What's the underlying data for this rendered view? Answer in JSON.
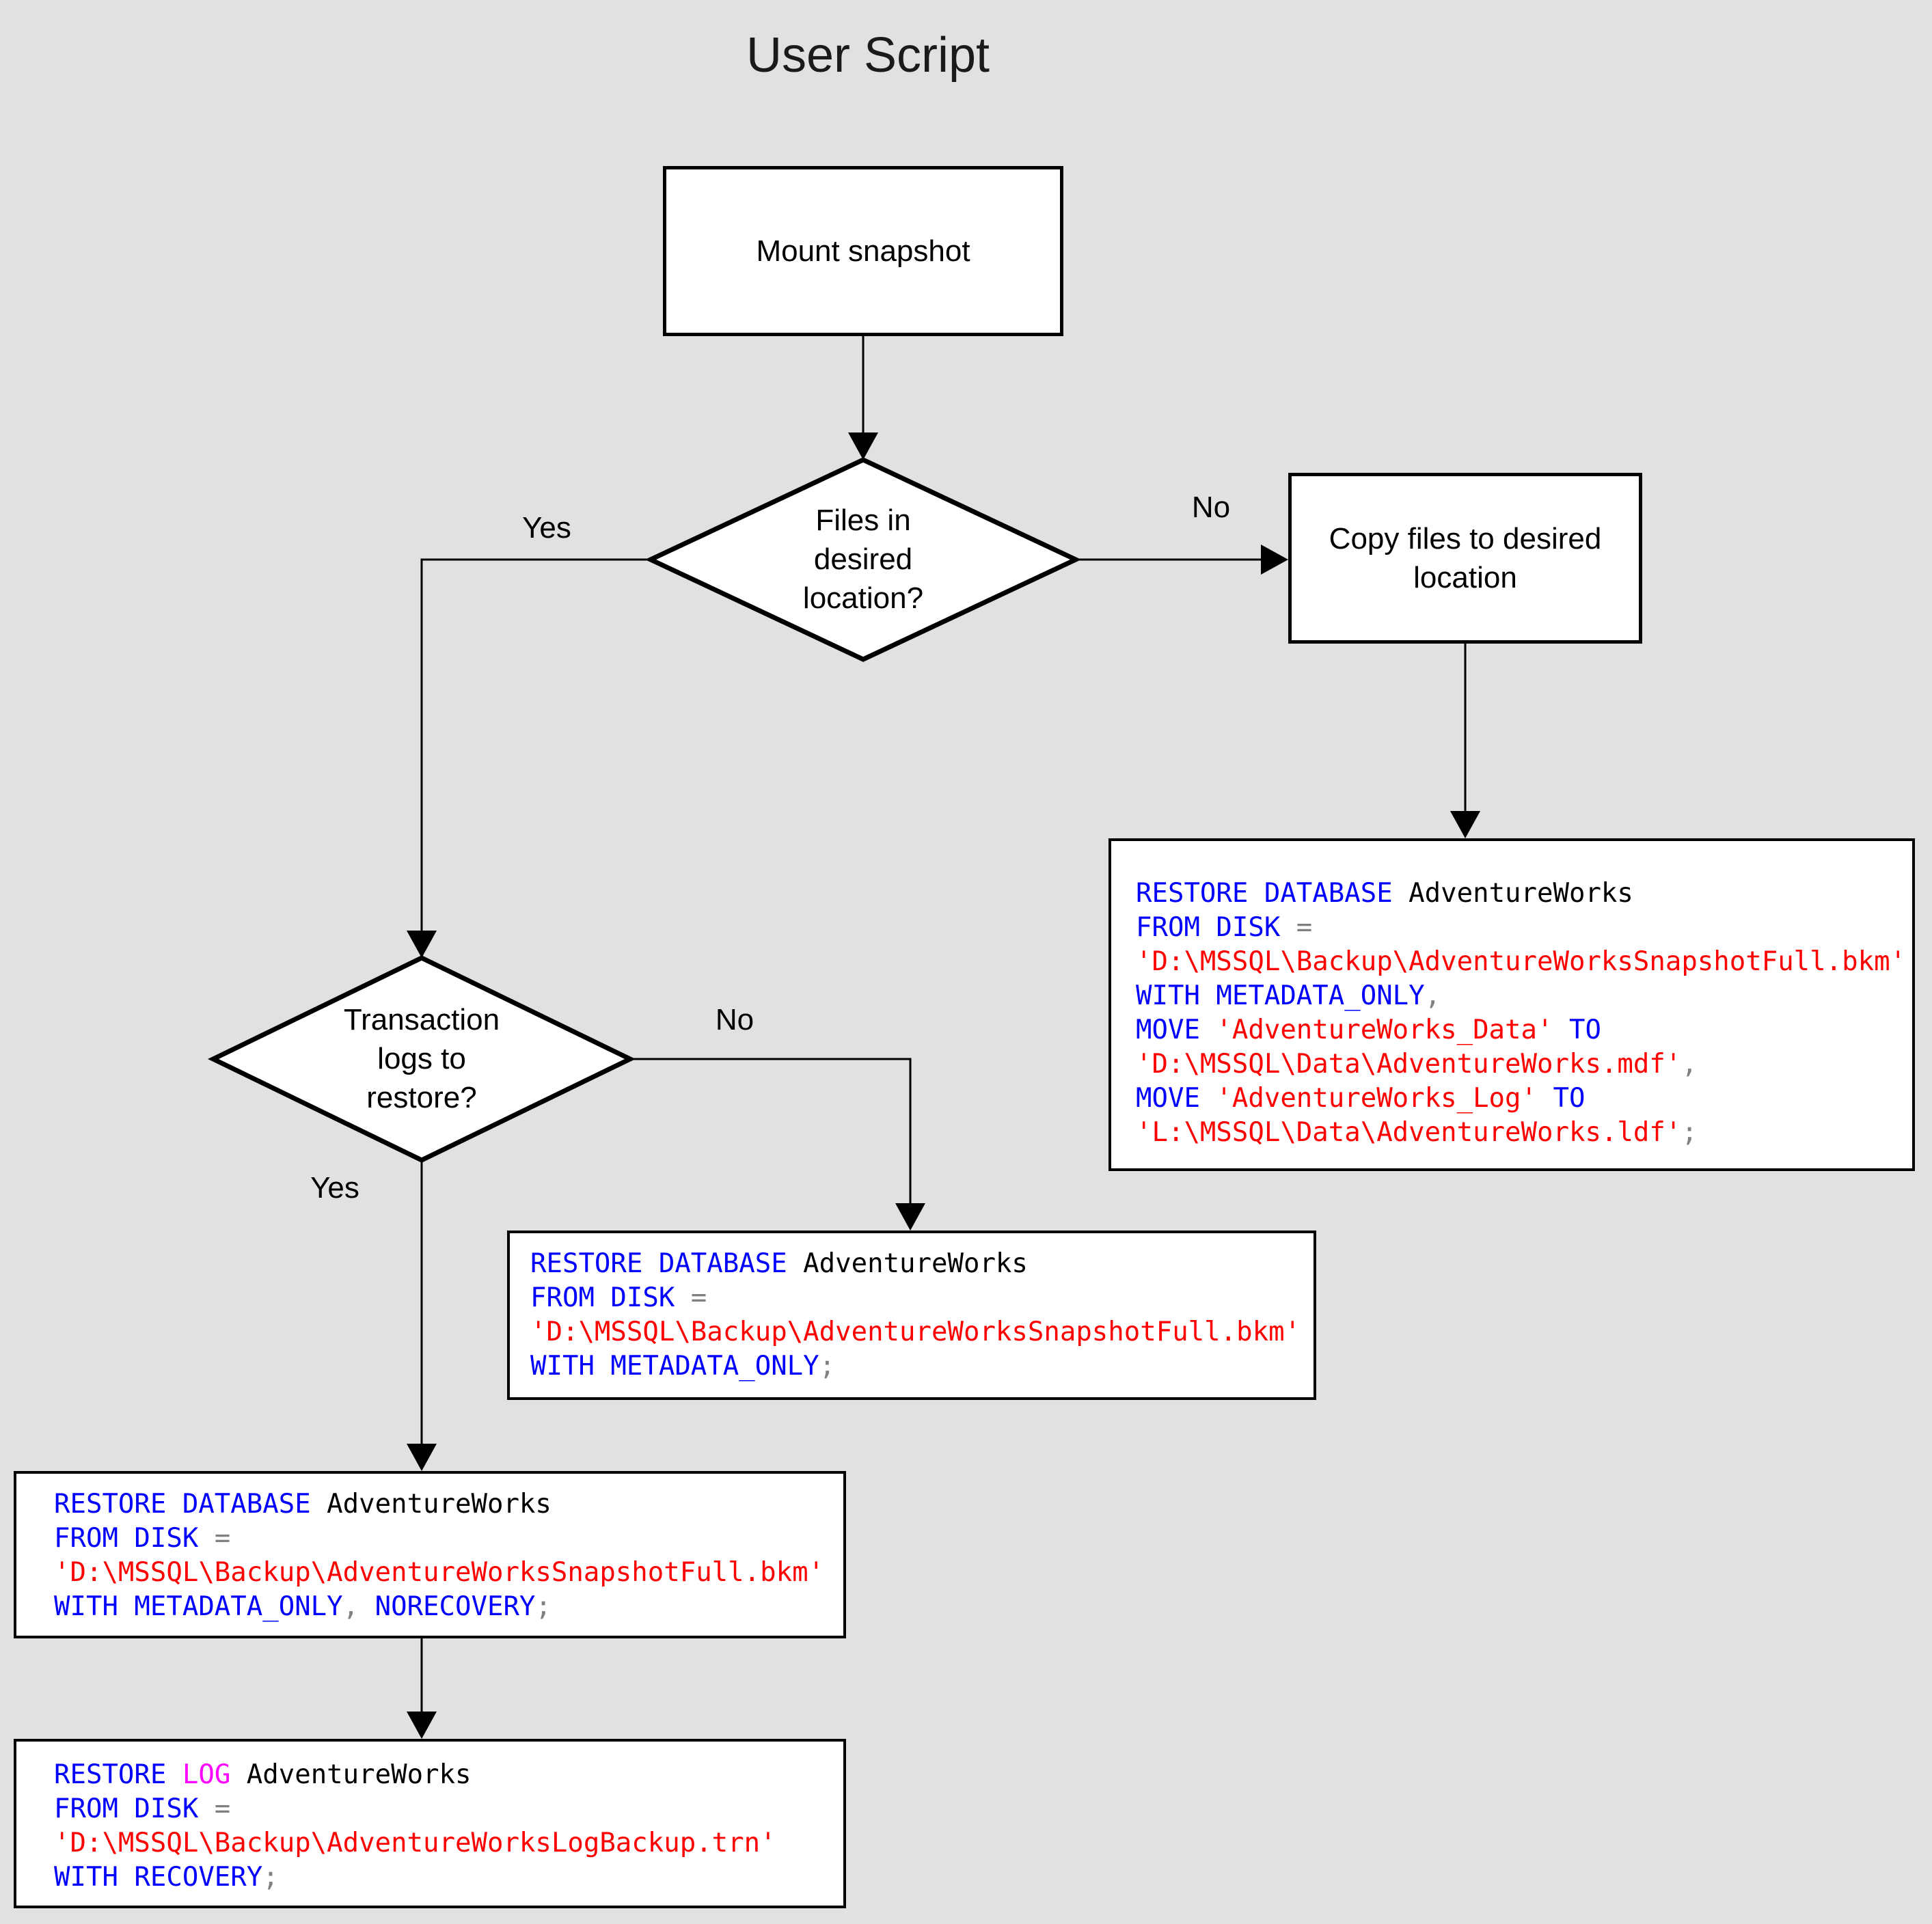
{
  "title": "User Script",
  "colors": {
    "background": "#E1E1E1",
    "shape_fill": "#FFFFFF",
    "shape_border": "#000000",
    "keyword": "#0000FF",
    "identifier": "#000000",
    "string": "#FF0000",
    "operator": "#808080",
    "log_keyword": "#FF00FF"
  },
  "nodes": {
    "mount": {
      "label": "Mount snapshot"
    },
    "copy": {
      "label": "Copy files to desired location"
    },
    "decision_files": {
      "label": "Files in desired location?",
      "lines": [
        "Files in",
        "desired",
        "location?"
      ]
    },
    "decision_logs": {
      "label": "Transaction logs to restore?",
      "lines": [
        "Transaction",
        "logs to",
        "restore?"
      ]
    }
  },
  "edge_labels": {
    "files_yes": "Yes",
    "files_no": "No",
    "logs_yes": "Yes",
    "logs_no": "No"
  },
  "code_boxes": {
    "restore_move": {
      "lines": [
        [
          {
            "c": "kw",
            "t": "RESTORE DATABASE"
          },
          {
            "c": "id",
            "t": " AdventureWorks"
          }
        ],
        [
          {
            "c": "kw",
            "t": "FROM DISK"
          },
          {
            "c": "op",
            "t": " ="
          }
        ],
        [
          {
            "c": "str",
            "t": "'D:\\MSSQL\\Backup\\AdventureWorksSnapshotFull.bkm'"
          }
        ],
        [
          {
            "c": "kw",
            "t": "WITH METADATA_ONLY"
          },
          {
            "c": "op",
            "t": ","
          }
        ],
        [
          {
            "c": "kw",
            "t": "MOVE"
          },
          {
            "c": "str",
            "t": " 'AdventureWorks_Data'"
          },
          {
            "c": "kw",
            "t": " TO"
          }
        ],
        [
          {
            "c": "str",
            "t": "'D:\\MSSQL\\Data\\AdventureWorks.mdf'"
          },
          {
            "c": "op",
            "t": ","
          }
        ],
        [
          {
            "c": "kw",
            "t": "MOVE"
          },
          {
            "c": "str",
            "t": " 'AdventureWorks_Log'"
          },
          {
            "c": "kw",
            "t": " TO"
          }
        ],
        [
          {
            "c": "str",
            "t": "'L:\\MSSQL\\Data\\AdventureWorks.ldf'"
          },
          {
            "c": "op",
            "t": ";"
          }
        ]
      ]
    },
    "restore_metadata": {
      "lines": [
        [
          {
            "c": "kw",
            "t": "RESTORE DATABASE"
          },
          {
            "c": "id",
            "t": " AdventureWorks"
          }
        ],
        [
          {
            "c": "kw",
            "t": "FROM DISK"
          },
          {
            "c": "op",
            "t": " ="
          }
        ],
        [
          {
            "c": "str",
            "t": "'D:\\MSSQL\\Backup\\AdventureWorksSnapshotFull.bkm'"
          }
        ],
        [
          {
            "c": "kw",
            "t": "WITH METADATA_ONLY"
          },
          {
            "c": "op",
            "t": ";"
          }
        ]
      ]
    },
    "restore_norecovery": {
      "lines": [
        [
          {
            "c": "kw",
            "t": "RESTORE DATABASE"
          },
          {
            "c": "id",
            "t": " AdventureWorks"
          }
        ],
        [
          {
            "c": "kw",
            "t": "FROM DISK"
          },
          {
            "c": "op",
            "t": " ="
          }
        ],
        [
          {
            "c": "str",
            "t": "'D:\\MSSQL\\Backup\\AdventureWorksSnapshotFull.bkm'"
          }
        ],
        [
          {
            "c": "kw",
            "t": "WITH METADATA_ONLY"
          },
          {
            "c": "op",
            "t": ", "
          },
          {
            "c": "kw",
            "t": "NORECOVERY"
          },
          {
            "c": "op",
            "t": ";"
          }
        ]
      ]
    },
    "restore_log": {
      "lines": [
        [
          {
            "c": "kw",
            "t": "RESTORE"
          },
          {
            "c": "log",
            "t": " LOG"
          },
          {
            "c": "id",
            "t": " AdventureWorks"
          }
        ],
        [
          {
            "c": "kw",
            "t": "FROM DISK"
          },
          {
            "c": "op",
            "t": " ="
          }
        ],
        [
          {
            "c": "str",
            "t": "'D:\\MSSQL\\Backup\\AdventureWorksLogBackup.trn'"
          }
        ],
        [
          {
            "c": "kw",
            "t": "WITH RECOVERY"
          },
          {
            "c": "op",
            "t": ";"
          }
        ]
      ]
    }
  }
}
